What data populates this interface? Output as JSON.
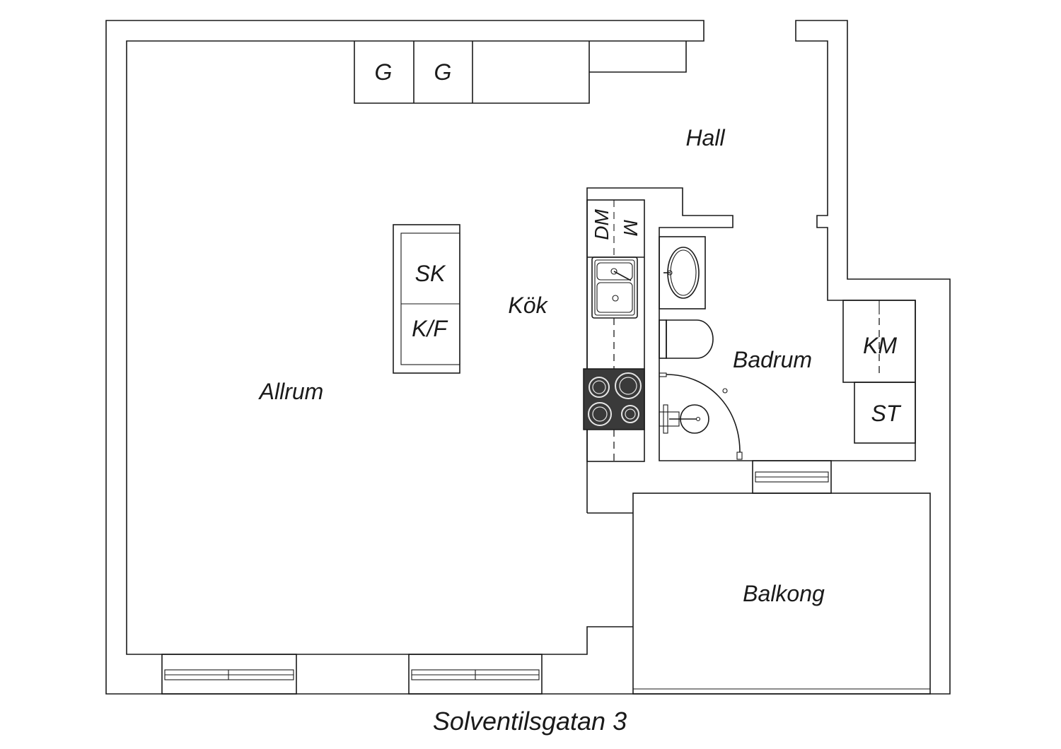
{
  "rooms": {
    "allrum": "Allrum",
    "kok": "Kök",
    "hall": "Hall",
    "badrum": "Badrum",
    "balkong": "Balkong"
  },
  "fixtures": {
    "wardrobe_1": "G",
    "wardrobe_2": "G",
    "freezer": "SK",
    "fridge_freezer": "K/F",
    "dishwasher": "DM",
    "microwave": "M",
    "washing_machine": "KM",
    "dryer": "ST"
  },
  "caption": "Solventilsgatan 3",
  "colors": {
    "line": "#1a1a1a",
    "stove": "#3a3a3a",
    "background": "#ffffff"
  }
}
